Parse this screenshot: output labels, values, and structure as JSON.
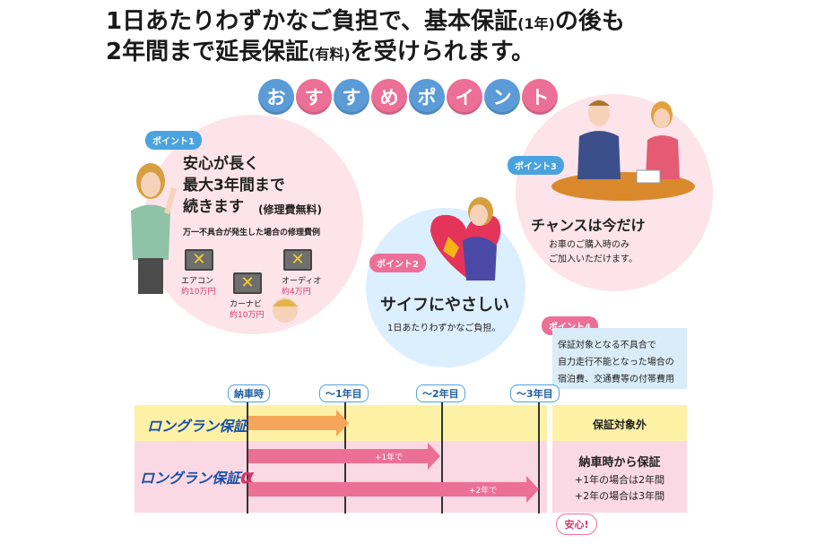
{
  "headline": {
    "line1_a": "1日あたりわずかなご負担で、基本保証",
    "line1_paren": "(1年)",
    "line1_b": "の後も",
    "line2_a": "2年間まで延長保証",
    "line2_paren": "(有料)",
    "line2_b": "を受けられます。"
  },
  "recommend_chars": [
    "お",
    "す",
    "す",
    "め",
    "ポ",
    "イ",
    "ン",
    "ト"
  ],
  "point1": {
    "tag": "ポイント1",
    "title_lines": [
      "安心が長く",
      "最大3年間まで",
      "続きます"
    ],
    "title_note": "(修理費無料)",
    "example_title": "万一不具合が発生した場合の修理費例",
    "items": [
      {
        "name": "エアコン",
        "cost": "約10万円"
      },
      {
        "name": "カーナビ",
        "cost": "約10万円"
      },
      {
        "name": "オーディオ",
        "cost": "約4万円"
      }
    ]
  },
  "point2": {
    "tag": "ポイント2",
    "title": "サイフにやさしい",
    "sub": "1日あたりわずかなご負担。"
  },
  "point3": {
    "tag": "ポイント3",
    "title": "チャンスは今だけ",
    "sub_lines": [
      "お車のご購入時のみ",
      "ご加入いただけます。"
    ]
  },
  "point4": {
    "tag": "ポイント4",
    "lines": [
      "保証対象となる不具合で",
      "自力走行不能となった場合の",
      "宿泊費、交通費等の付帯費用"
    ]
  },
  "timeline": {
    "labels": [
      "納車時",
      "〜1年目",
      "〜2年目",
      "〜3年目"
    ]
  },
  "rows": {
    "row1_brand": "ロングラン保証",
    "row2_brand": "ロングラン保証",
    "row2_suffix": "α",
    "arrow_plus1": "+1年で",
    "arrow_plus2": "+2年で",
    "out_of_scope": "保証対象外",
    "from_delivery": "納車時から保証",
    "detail_lines": [
      "+1年の場合は2年間",
      "+2年の場合は3年間"
    ],
    "relief": "安心!"
  },
  "colors": {
    "pink": "#ec6f97",
    "blue": "#5b9bd8",
    "yellow": "#fdf1a6",
    "light_pink": "#fbd9e4",
    "light_blue": "#d9ecf8"
  }
}
